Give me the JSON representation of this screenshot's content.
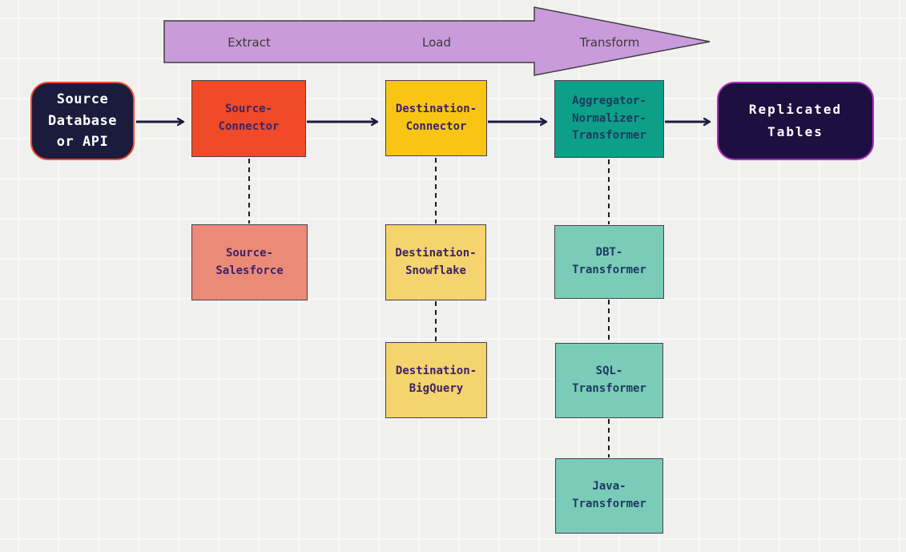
{
  "diagram": {
    "flow_arrow": {
      "stages": [
        {
          "label": "Extract"
        },
        {
          "label": "Load"
        },
        {
          "label": "Transform"
        }
      ]
    },
    "nodes": {
      "source_db": {
        "label": "Source\nDatabase\nor API"
      },
      "source_connector": {
        "label": "Source-\nConnector"
      },
      "destination_connector": {
        "label": "Destination-\nConnector"
      },
      "aggregator_normalizer_transformer": {
        "label": "Aggregator-\nNormalizer-\nTransformer"
      },
      "replicated_tables": {
        "label": "Replicated\nTables"
      },
      "source_salesforce": {
        "label": "Source-\nSalesforce"
      },
      "destination_snowflake": {
        "label": "Destination-\nSnowflake"
      },
      "destination_bigquery": {
        "label": "Destination-\nBigQuery"
      },
      "dbt_transformer": {
        "label": "DBT-\nTransformer"
      },
      "sql_transformer": {
        "label": "SQL-\nTransformer"
      },
      "java_transformer": {
        "label": "Java-\nTransformer"
      }
    },
    "colors": {
      "canvas_bg": "#f0f0ee",
      "grid_line": "#f8f8f6",
      "flow_arrow_fill": "#ca9bdb",
      "flow_arrow_outline": "#3f3f3f",
      "dark_node_bg": "#1b1b3d",
      "dark_node_border_left": "#f1492a",
      "dark_node_border_right": "#ae2cc0",
      "orange": "#f04a29",
      "yellow": "#f8c515",
      "teal": "#0d9f87",
      "salmon": "#ec8a78",
      "light_yellow": "#f5d36d",
      "light_teal": "#7accb8",
      "connector_line": "#1b1a42",
      "dashed_line": "#1c1c1c"
    }
  }
}
